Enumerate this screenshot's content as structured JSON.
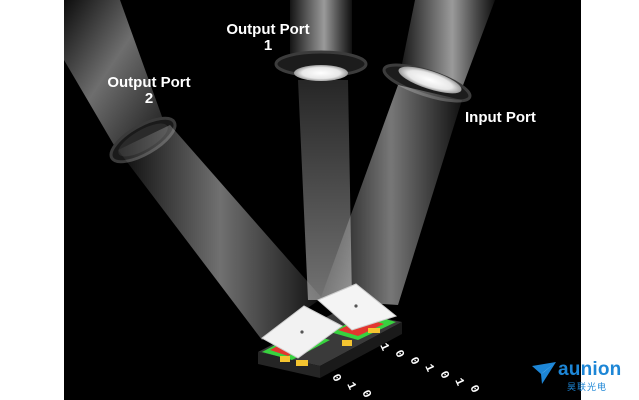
{
  "labels": {
    "output_port_1": {
      "line1": "Output Port",
      "line2": "1"
    },
    "output_port_2": {
      "line1": "Output Port",
      "line2": "2"
    },
    "input_port": "Input Port"
  },
  "bit_stream": [
    "1",
    "0",
    "0",
    "1",
    "0",
    "1",
    "0"
  ],
  "bit_stream_lower": [
    "0",
    "1",
    "0"
  ],
  "logo": {
    "name": "aunion",
    "subtitle": "昊联光电"
  },
  "colors": {
    "background": "#000000",
    "beam": "#ffffff",
    "mirror_frame": "#2a2a2a",
    "chip_red": "#e3362f",
    "chip_green": "#38d23f",
    "chip_yellow": "#f4c430",
    "brand": "#1d86d6"
  }
}
